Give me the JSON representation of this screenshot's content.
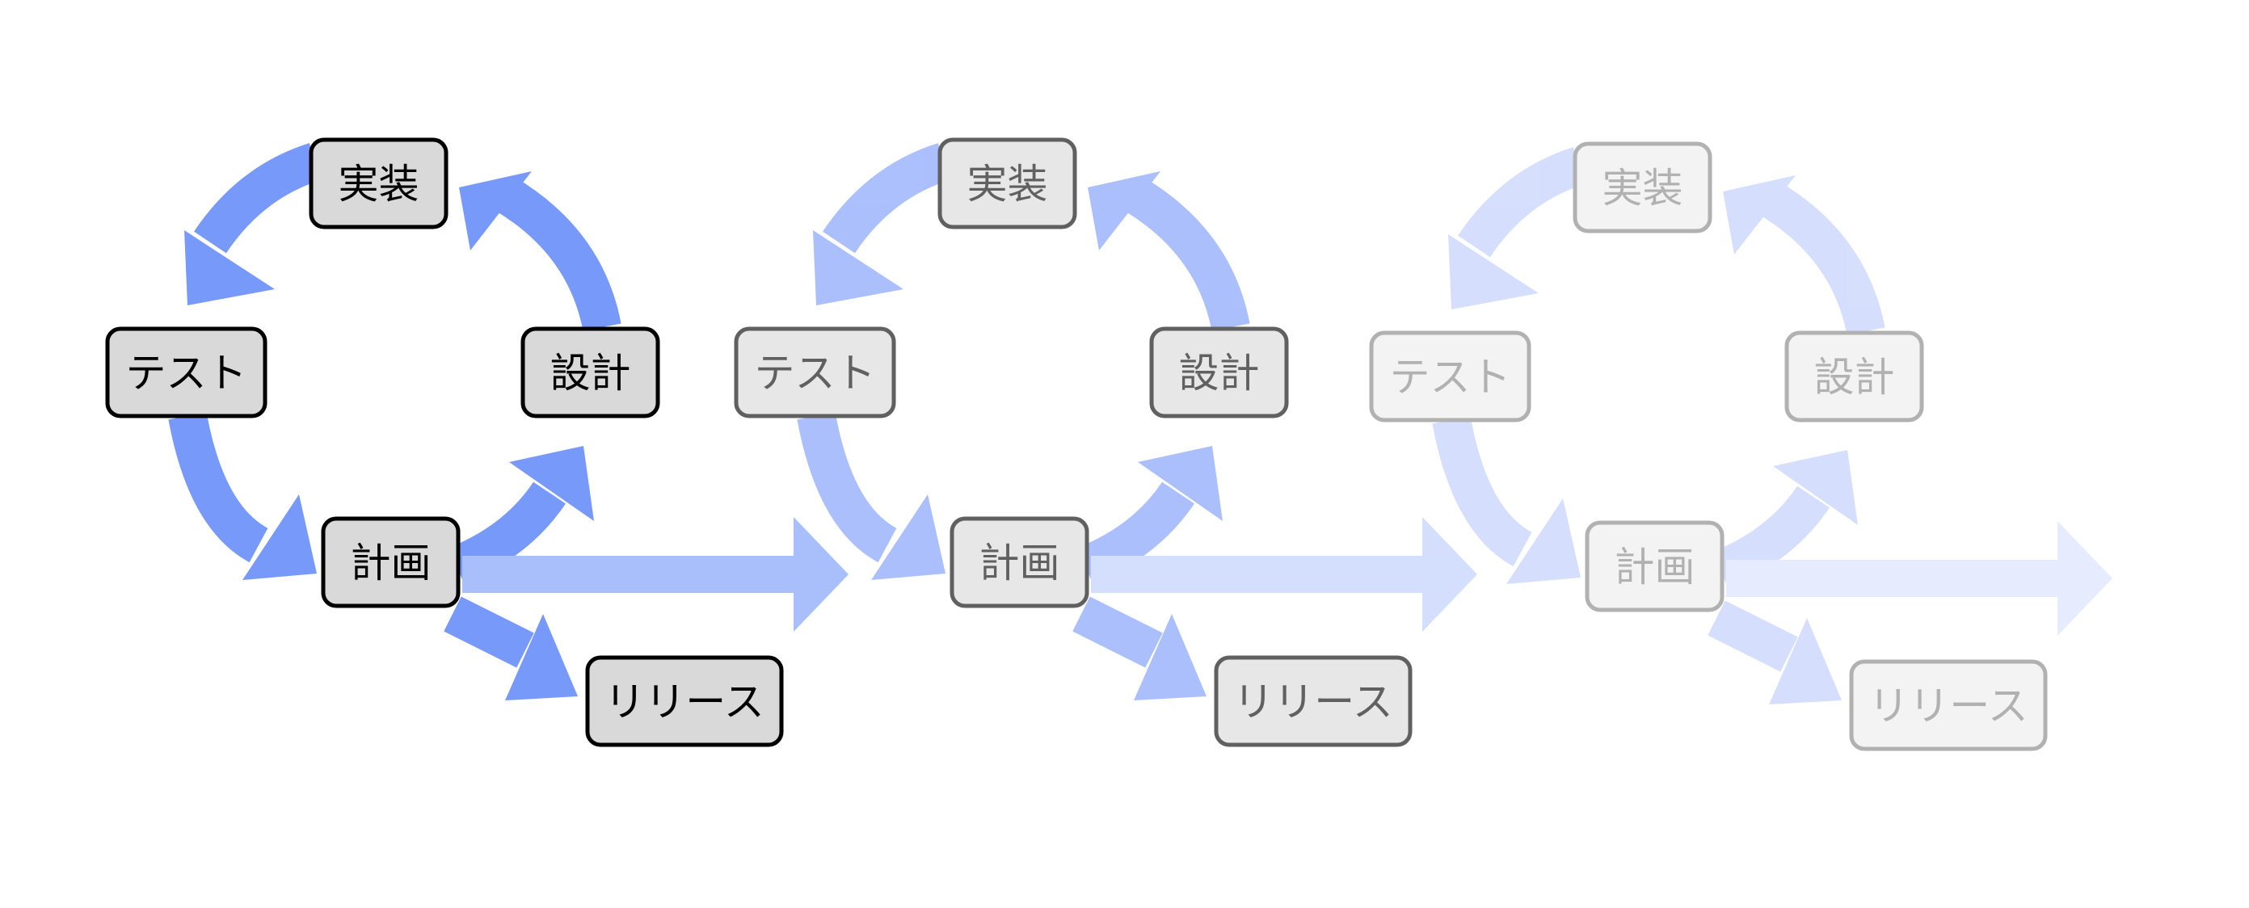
{
  "diagram": {
    "arrow_color": "#7799fa",
    "node_fill": "#d9d9d9",
    "node_stroke": "#000000",
    "text_color": "#000000",
    "cycles": [
      {
        "opacity": 1.0,
        "nodes": {
          "implement": "実装",
          "test": "テスト",
          "design": "設計",
          "plan": "計画",
          "release": "リリース"
        }
      },
      {
        "opacity": 0.62,
        "nodes": {
          "implement": "実装",
          "test": "テスト",
          "design": "設計",
          "plan": "計画",
          "release": "リリース"
        }
      },
      {
        "opacity": 0.3,
        "nodes": {
          "implement": "実装",
          "test": "テスト",
          "design": "設計",
          "plan": "計画",
          "release": "リリース"
        }
      }
    ]
  }
}
